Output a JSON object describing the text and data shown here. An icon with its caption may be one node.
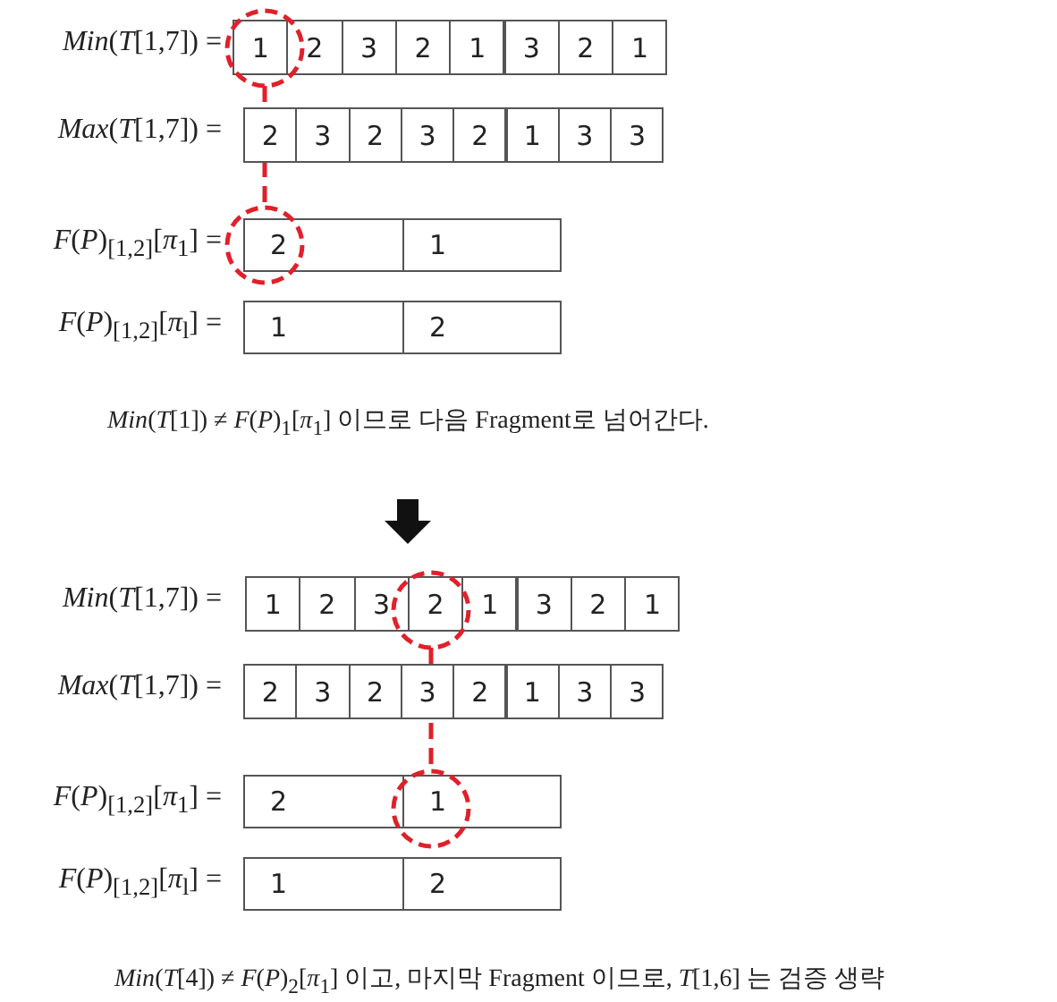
{
  "diagram": {
    "nodes": [
      {
        "text": [],
        "shape": "circle"
      },
      {
        "text": [],
        "shape": "circle"
      },
      {
        "text": [],
        "shape": "circle"
      },
      {
        "text": [],
        "shape": "circle"
      }
    ],
    "edges": [
      {
        "from": 0,
        "to": 1,
        "arrow": "none",
        "style": "dashed",
        "color": "#e0202a"
      },
      {
        "from": 2,
        "to": 3,
        "arrow": "none",
        "style": "dashed",
        "color": "#e0202a"
      }
    ],
    "labels": [
      "*Min*(*T*[1,7]) =",
      "1",
      "2",
      "3",
      "2",
      "1",
      "3",
      "2",
      "1",
      "*Max*(*T*[1,7]) =",
      "2",
      "3",
      "2",
      "3",
      "2",
      "1",
      "3",
      "3",
      "*F*(*P*)$_{[1,2]}$[*π*$_{1}$] =",
      "2",
      "1",
      "*F*(*P*)$_{[1,2]}$[*π*$_{l}$] =",
      "1",
      "2",
      "*Min*(*T*[1]) ≠ *F*(*P*)$_{1}$[*π*$_{1}$] 이므로 다음 Fragment로 넘어간다.",
      "*Min*(*T*[1,7]) =",
      "1",
      "2",
      "3",
      "2",
      "1",
      "3",
      "2",
      "1",
      "*Max*(*T*[1,7]) =",
      "2",
      "3",
      "2",
      "3",
      "2",
      "1",
      "3",
      "3",
      "*F*(*P*)$_{[1,2]}$[*π*$_{1}$] =",
      "2",
      "1",
      "*F*(*P*)$_{[1,2]}$[*π*$_{l}$] =",
      "1",
      "2",
      "*Min*(*T*[4]) ≠ *F*(*P*)$_{2}$[*π*$_{1}$] 이고, 마지막 Fragment 이므로, *T*[1,6] 는 검증 생략"
    ]
  }
}
